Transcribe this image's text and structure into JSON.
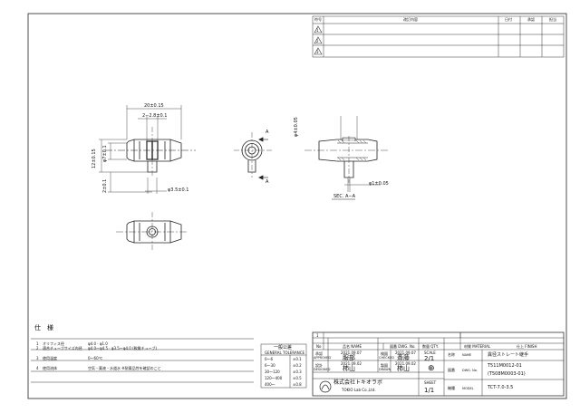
{
  "revision_table": {
    "headers": {
      "sym": "符号",
      "content": "改訂内容",
      "date": "日付",
      "approved": "承認",
      "drawn": "担当"
    },
    "symbols": [
      "1",
      "2",
      "3"
    ]
  },
  "dimensions": {
    "overall_length": "20±0.15",
    "center_span": "2−2.8±0.1",
    "height_left_outer": "12±0.15",
    "height_left_inner": "φ7±0.1",
    "stem_offset": "2±0.1",
    "stem_dia": "φ3.5±0.1",
    "section_outer": "φ4±0.05",
    "section_inner": "φ1±0.05",
    "section_ref": "A",
    "section_label": "SEC. A−A"
  },
  "spec": {
    "title": "仕　様",
    "rows": [
      {
        "no": "1",
        "item": "オリフィス径",
        "value": "φ4.0 · φ1.0"
      },
      {
        "no": "2",
        "item": "適合チューブサイズ内径",
        "value": "φ4.0〜φ4.5 · φ3.5〜φ4.0 (軟質チューブ)"
      },
      {
        "no": "3",
        "item": "使用温度",
        "value": "0〜60℃"
      },
      {
        "no": "4",
        "item": "使用流体",
        "value": "空気・薬液・水道水 ※耐薬品性を確認のこと"
      }
    ]
  },
  "tolerance": {
    "title": "一般公差",
    "subtitle": "GENERAL TOLERANCE",
    "rows": [
      {
        "range": "0〜6",
        "value": "±0.1"
      },
      {
        "range": "6〜30",
        "value": "±0.2"
      },
      {
        "range": "30〜120",
        "value": "±0.3"
      },
      {
        "range": "120〜400",
        "value": "±0.5"
      },
      {
        "range": "400〜",
        "value": "±0.8"
      }
    ]
  },
  "title_block": {
    "parts_header": {
      "no": "No",
      "name": "品名 NAME",
      "qty": "数量 QTY.",
      "dwg": "図番 DWG. No.",
      "material": "材質 MATERIAL",
      "finish": "仕上 FINISH"
    },
    "no_value": "1",
    "approved_label": "承認",
    "approved_en": "APPROVED",
    "approved_date": "2021.09.07",
    "approved_name": "服部",
    "checked_label": "検図",
    "checked_en": "CHECKED",
    "checked_date": "2021.09.07",
    "checked_name": "斎藤",
    "designed_label": "設計",
    "designed_en": "DESIGNED",
    "designed_date": "2021.09.02",
    "designed_name": "柿山",
    "drawn_label": "製図",
    "drawn_en": "DRAWN",
    "drawn_date": "2021.09.02",
    "drawn_name": "柿山",
    "scale_label": "SCALE",
    "scale_value": "2/1",
    "sheet_label": "SHEET",
    "sheet_value": "1/1",
    "name_label": "名称",
    "name_en": "NAME",
    "name_value": "異径ストレート継手",
    "dwg_label": "図番",
    "dwg_en": "DWG. No.",
    "dwg_value_1": "T511M0012-01",
    "dwg_value_2": "(T508M0003-01)",
    "model_label": "機種",
    "model_en": "MODEL",
    "model_value": "TCT-7.0-3.5",
    "company_jp": "株式会社トキオラボ",
    "company_en": "TOKIO Lab Co.,Ltd."
  }
}
